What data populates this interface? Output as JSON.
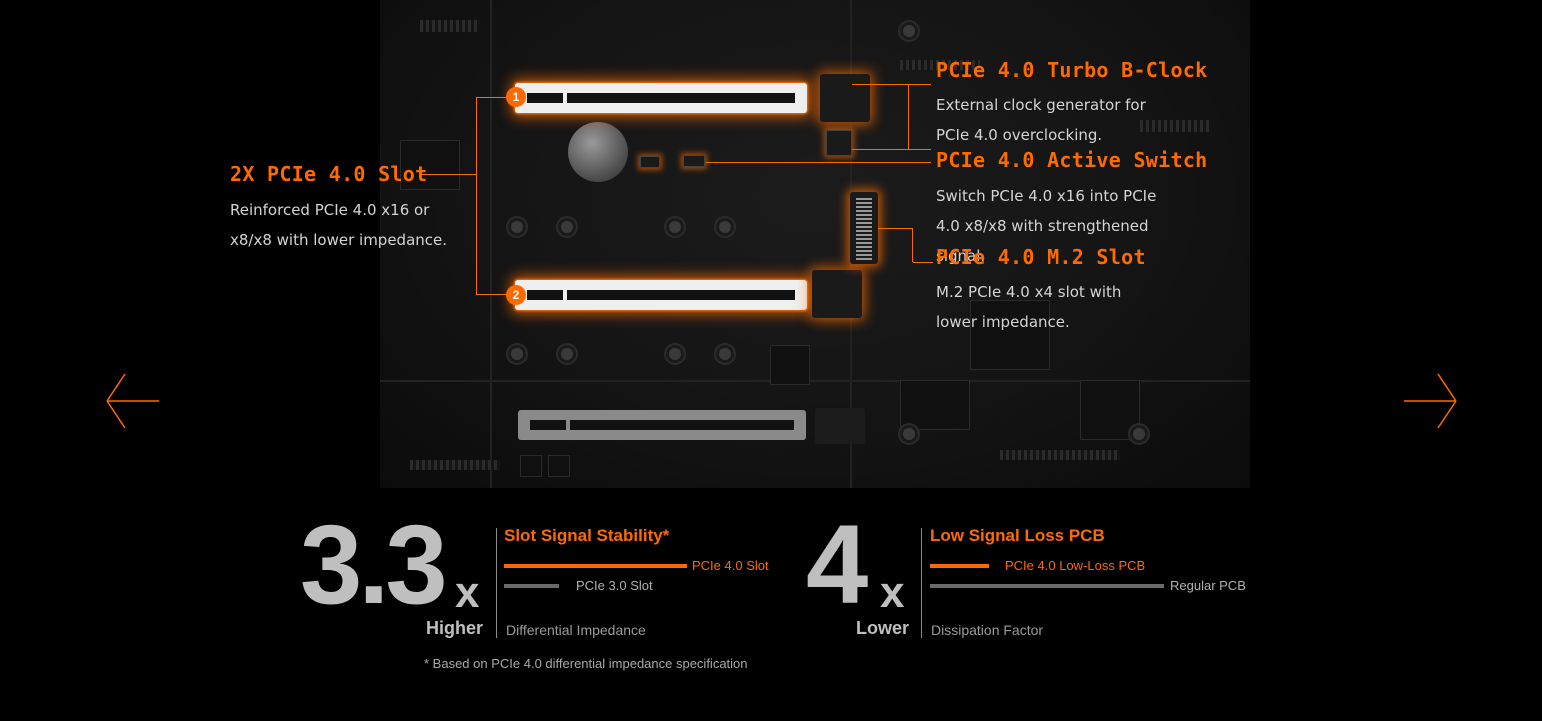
{
  "callouts": {
    "slot": {
      "title": "2X PCIe 4.0 Slot",
      "desc": "Reinforced PCIe 4.0 x16 or x8/x8 with lower impedance."
    },
    "clock": {
      "title": "PCIe 4.0 Turbo B-Clock",
      "desc": "External clock generator for PCIe 4.0 overclocking."
    },
    "switch": {
      "title": "PCIe 4.0 Active Switch",
      "desc": "Switch PCIe 4.0 x16 into PCIe 4.0 x8/x8 with strengthened signal."
    },
    "m2": {
      "title": "PCIe 4.0 M.2 Slot",
      "desc": "M.2 PCIe 4.0 x4 slot with lower impedance."
    }
  },
  "badges": {
    "one": "1",
    "two": "2"
  },
  "nav": {
    "prev_icon": "arrow-left-icon",
    "next_icon": "arrow-right-icon"
  },
  "stats": {
    "stability": {
      "number": "3.3",
      "suffix": "x",
      "qualifier": "Higher",
      "title": "Slot Signal Stability*",
      "bars": [
        {
          "label": "PCIe 4.0 Slot",
          "fraction": 1.0,
          "color": "#ff6a00"
        },
        {
          "label": "PCIe 3.0 Slot",
          "fraction": 0.3,
          "color": "#6a6a6a"
        }
      ],
      "subtitle": "Differential Impedance"
    },
    "loss": {
      "number": "4",
      "suffix": "x",
      "qualifier": "Lower",
      "title": "Low Signal Loss PCB",
      "bars": [
        {
          "label": "PCIe 4.0 Low-Loss PCB",
          "fraction": 0.25,
          "color": "#ff6a00"
        },
        {
          "label": "Regular PCB",
          "fraction": 1.0,
          "color": "#6a6a6a"
        }
      ],
      "subtitle": "Dissipation Factor"
    },
    "footnote": "* Based on PCIe 4.0 differential impedance specification"
  },
  "colors": {
    "accent": "#ff6a00",
    "text": "#d4d4d4",
    "stat_gray": "#bfbfbf"
  }
}
